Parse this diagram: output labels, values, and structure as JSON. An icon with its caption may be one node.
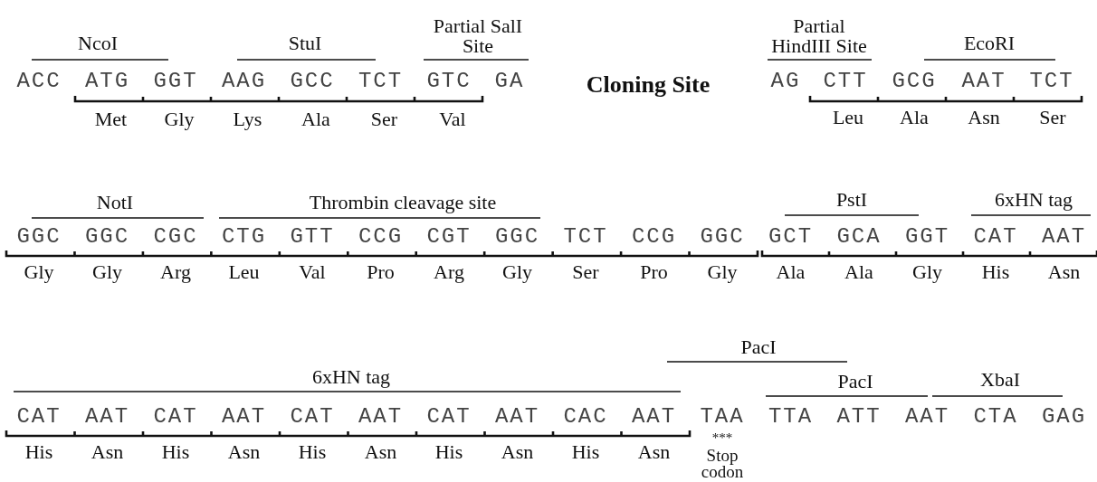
{
  "diagram": {
    "title": "Cloning Site",
    "labels": [
      "NcoI",
      "StuI",
      "Partial SalI Site",
      "Partial HindIII Site",
      "EcoRI",
      "ACC",
      "ATG",
      "GGT",
      "AAG",
      "GCC",
      "TCT",
      "GTC",
      "GA",
      "AG",
      "CTT",
      "GCG",
      "AAT",
      "TCT",
      "Met",
      "Gly",
      "Lys",
      "Ala",
      "Ser",
      "Val",
      "Leu",
      "Ala",
      "Asn",
      "Ser",
      "NotI",
      "Thrombin cleavage site",
      "PstI",
      "6xHN tag",
      "GGC",
      "GGC",
      "CGC",
      "CTG",
      "GTT",
      "CCG",
      "CGT",
      "GGC",
      "TCT",
      "CCG",
      "GGC",
      "GCT",
      "GCA",
      "GGT",
      "CAT",
      "AAT",
      "Gly",
      "Gly",
      "Arg",
      "Leu",
      "Val",
      "Pro",
      "Arg",
      "Gly",
      "Ser",
      "Pro",
      "Gly",
      "Ala",
      "Ala",
      "Gly",
      "His",
      "Asn",
      "PacI",
      "6xHN tag",
      "PacI",
      "XbaI",
      "CAT",
      "AAT",
      "CAT",
      "AAT",
      "CAT",
      "AAT",
      "CAT",
      "AAT",
      "CAC",
      "AAT",
      "TAA",
      "TTA",
      "ATT",
      "AAT",
      "CTA",
      "GAG",
      "His",
      "Asn",
      "His",
      "Asn",
      "His",
      "Asn",
      "His",
      "Asn",
      "His",
      "Asn",
      "***",
      "Stop codon"
    ]
  }
}
